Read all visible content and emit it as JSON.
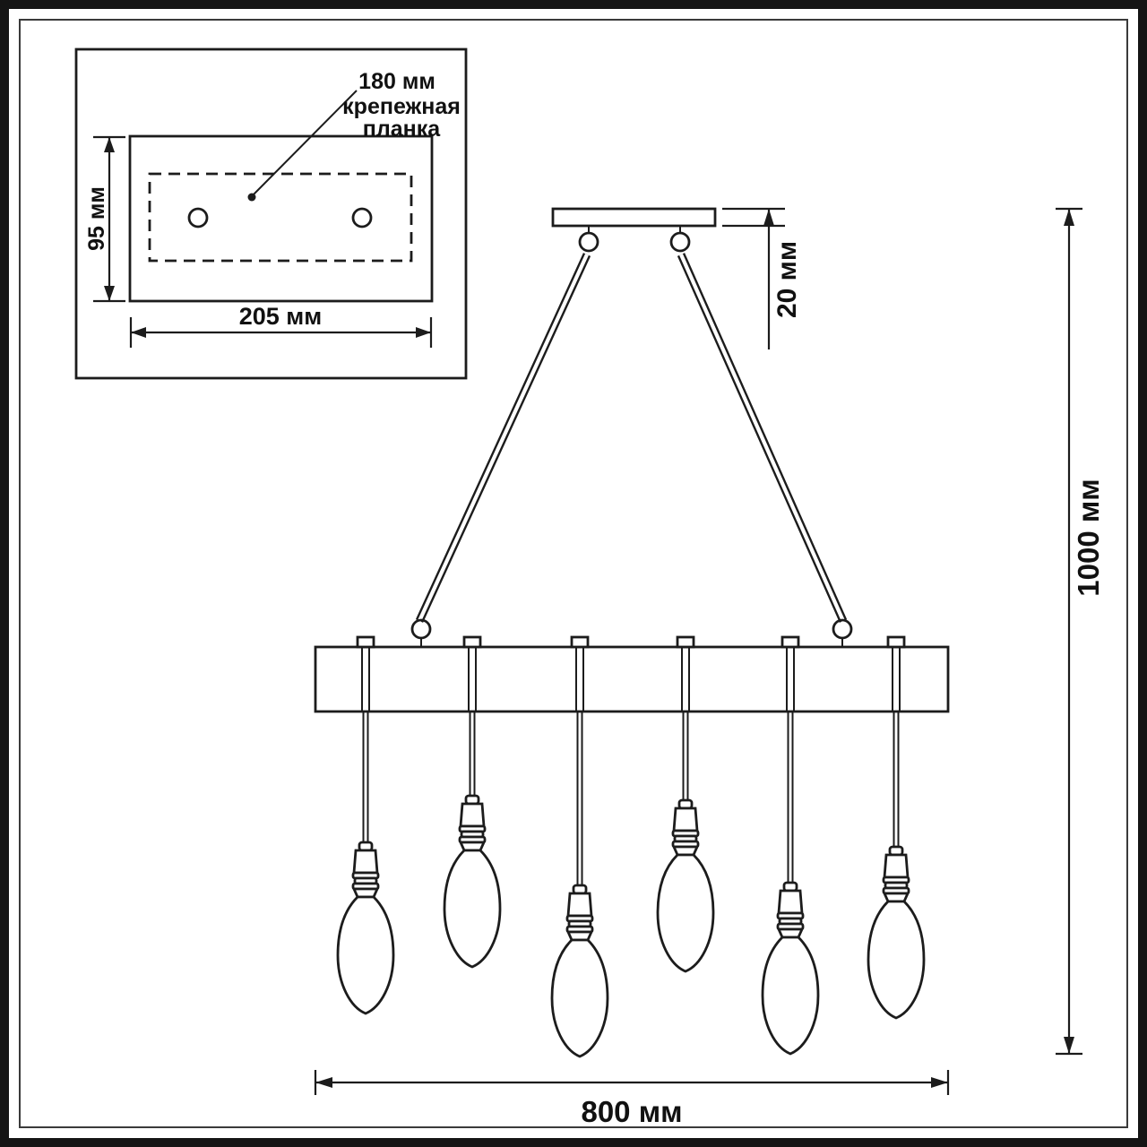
{
  "diagram": {
    "type": "lighting-fixture-technical-drawing",
    "inset": {
      "hole_spacing_label": "180 мм",
      "mounting_bar_label_line1": "крепежная",
      "mounting_bar_label_line2": "планка",
      "plate_height_label": "95 мм",
      "plate_width_label": "205 мм"
    },
    "dimensions": {
      "canopy_thickness_label": "20 мм",
      "overall_height_label": "1000 мм",
      "beam_length_label": "800 мм"
    },
    "colors": {
      "line": "#1c1c1c",
      "background": "#ffffff"
    }
  }
}
